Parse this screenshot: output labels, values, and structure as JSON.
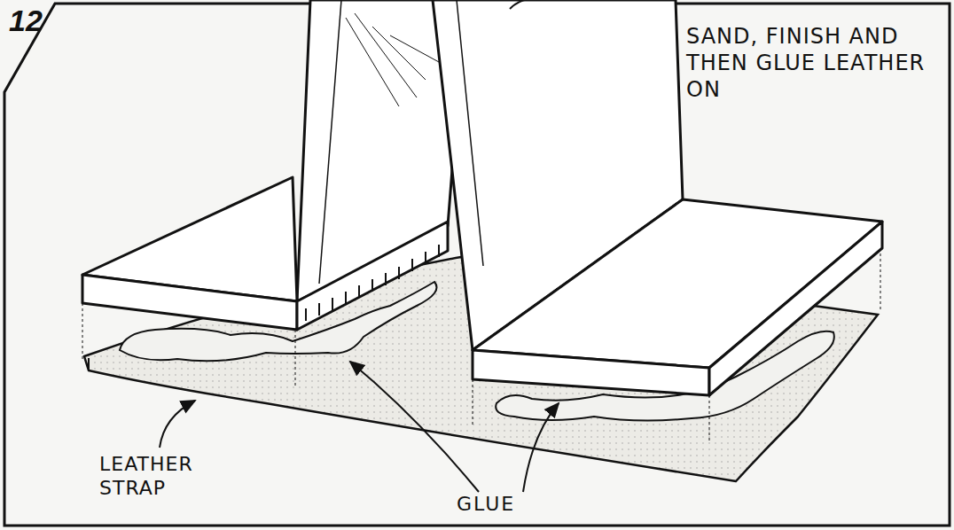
{
  "diagram": {
    "labels": [
      "12",
      "SAND, FINISH AND THEN GLUE LEATHER ON",
      "LEATHER STRAP",
      "GLUE"
    ]
  }
}
